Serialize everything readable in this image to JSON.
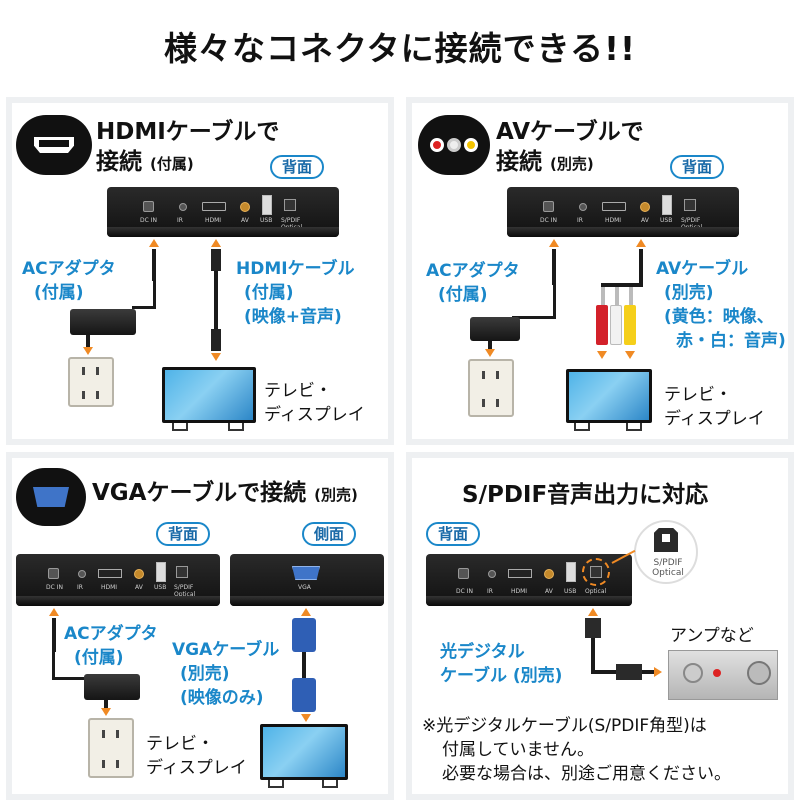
{
  "headline": "様々なコネクタに接続できる!!",
  "box_ports": {
    "dcin": "DC IN",
    "ir": "IR",
    "hdmi": "HDMI",
    "av": "AV",
    "usb": "USB",
    "spdif": "S/PDIF Optical",
    "vga": "VGA",
    "optical": "Optical"
  },
  "hdmi_panel": {
    "title_line1": "HDMIケーブルで",
    "title_line2": "接続",
    "title_note": "(付属)",
    "tag": "背面",
    "adapter_label": "ACアダプタ",
    "adapter_note": "(付属)",
    "cable_label": "HDMIケーブル",
    "cable_note1": "(付属)",
    "cable_note2": "(映像+音声)",
    "tv_label1": "テレビ・",
    "tv_label2": "ディスプレイ"
  },
  "av_panel": {
    "title_line1": "AVケーブルで",
    "title_line2": "接続",
    "title_note": "(別売)",
    "tag": "背面",
    "adapter_label": "ACアダプタ",
    "adapter_note": "(付属)",
    "cable_label": "AVケーブル",
    "cable_note1": "(別売)",
    "cable_note2": "(黄色：映像、",
    "cable_note3": "赤・白：音声)",
    "tv_label1": "テレビ・",
    "tv_label2": "ディスプレイ"
  },
  "vga_panel": {
    "title": "VGAケーブルで接続",
    "title_note": "(別売)",
    "tag_back": "背面",
    "tag_side": "側面",
    "adapter_label": "ACアダプタ",
    "adapter_note": "(付属)",
    "cable_label": "VGAケーブル",
    "cable_note1": "(別売)",
    "cable_note2": "(映像のみ)",
    "tv_label1": "テレビ・",
    "tv_label2": "ディスプレイ"
  },
  "spdif_panel": {
    "title": "S/PDIF音声出力に対応",
    "tag": "背面",
    "badge_label1": "S/PDIF",
    "badge_label2": "Optical",
    "cable_label1": "光デジタル",
    "cable_label2": "ケーブル",
    "cable_note": "(別売)",
    "amp_label": "アンプなど",
    "note_line1": "※光デジタルケーブル(S/PDIF角型)は",
    "note_line2": "付属していません。",
    "note_line3": "必要な場合は、別途ご用意ください。"
  },
  "colors": {
    "accent_blue": "#1a87c9",
    "arrow_orange": "#f08a24",
    "panel_border": "#eef0f2"
  },
  "icons": [
    "hdmi-port-icon",
    "rca-jacks-icon",
    "vga-port-icon",
    "optical-port-icon"
  ]
}
